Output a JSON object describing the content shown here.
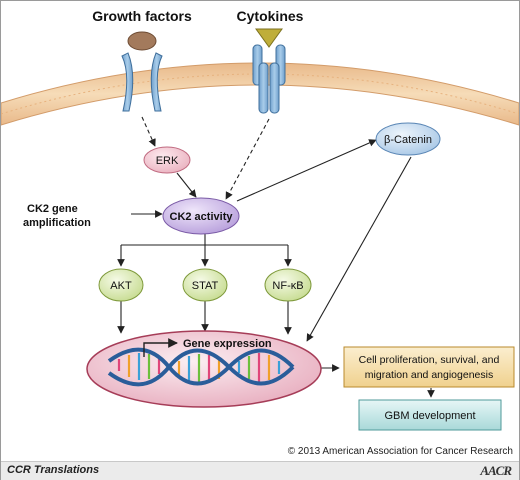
{
  "labels": {
    "growth_factors": "Growth factors",
    "cytokines": "Cytokines",
    "erk": "ERK",
    "beta_catenin": "β-Catenin",
    "ck2_gene_line1": "CK2 gene",
    "ck2_gene_line2": "amplification",
    "ck2_activity": "CK2 activity",
    "akt": "AKT",
    "stat": "STAT",
    "nfkb": "NF-κB",
    "gene_expression": "Gene expression",
    "outcome_line1": "Cell proliferation, survival, and",
    "outcome_line2": "migration and angiogenesis",
    "gbm": "GBM development"
  },
  "copyright": "© 2013 American Association for Cancer Research",
  "footer": {
    "journal": "CCR Translations",
    "logo": "AACR"
  },
  "colors": {
    "membrane": "#f3d3a6",
    "receptor": "#8fb9dc",
    "erk_fill": "#f6d0da",
    "ck2_fill": "#d7c6ec",
    "beta_fill": "#cfe1f4",
    "tf_fill": "#e3efc2",
    "nucleus_fill": "#f2d2dc",
    "outcome_fill": "#f6e3b4",
    "gbm_fill": "#cbe9e9"
  }
}
